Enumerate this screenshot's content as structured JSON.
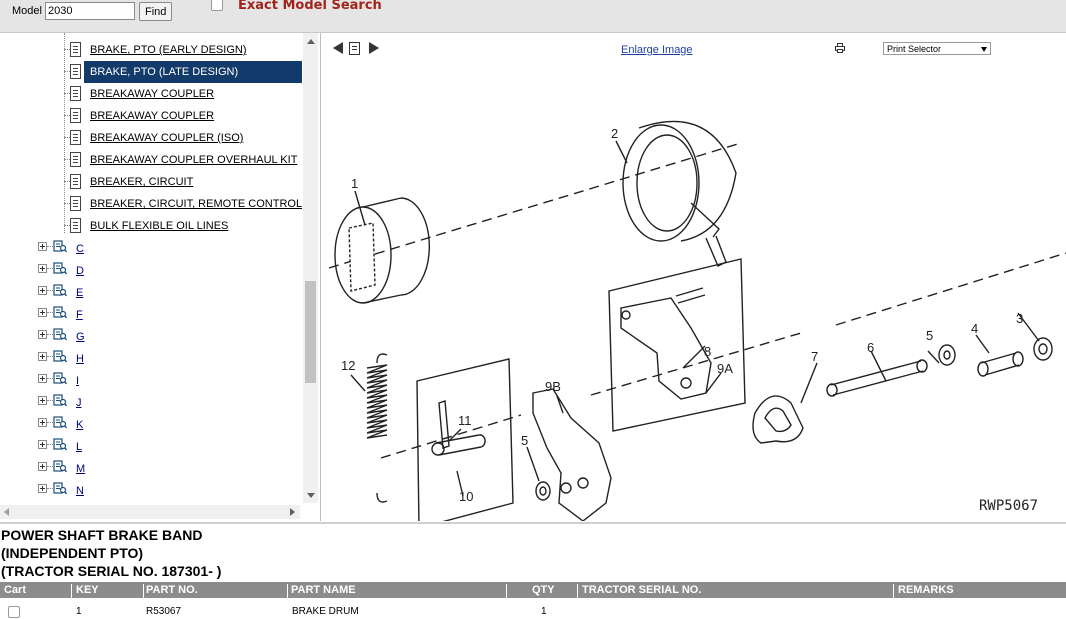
{
  "topbar": {
    "model_label": "Model",
    "model_value": "2030",
    "find_label": "Find",
    "exact_search_label": "Exact Model Search"
  },
  "tree": {
    "items": [
      {
        "label": "BRAKE, PTO (EARLY DESIGN)",
        "selected": false
      },
      {
        "label": "BRAKE, PTO (LATE DESIGN)",
        "selected": true
      },
      {
        "label": "BREAKAWAY COUPLER",
        "selected": false
      },
      {
        "label": "BREAKAWAY COUPLER",
        "selected": false
      },
      {
        "label": "BREAKAWAY COUPLER (ISO)",
        "selected": false
      },
      {
        "label": "BREAKAWAY COUPLER OVERHAUL KIT",
        "selected": false
      },
      {
        "label": "BREAKER, CIRCUIT",
        "selected": false
      },
      {
        "label": "BREAKER, CIRCUIT, REMOTE CONTROL",
        "selected": false
      },
      {
        "label": "BULK FLEXIBLE OIL LINES",
        "selected": false
      }
    ],
    "categories": [
      "C",
      "D",
      "E",
      "F",
      "G",
      "H",
      "I",
      "J",
      "K",
      "L",
      "M",
      "N"
    ]
  },
  "image_toolbar": {
    "enlarge_label": "Enlarge Image",
    "print_selector_label": "Print Selector"
  },
  "diagram": {
    "callouts": [
      "1",
      "2",
      "3",
      "4",
      "5",
      "5",
      "6",
      "7",
      "8",
      "9A",
      "9B",
      "10",
      "11",
      "12"
    ],
    "figure_code": "RWP5067"
  },
  "parts": {
    "title_lines": [
      "POWER SHAFT BRAKE BAND",
      "(INDEPENDENT PTO)",
      "(TRACTOR SERIAL NO. 187301- )"
    ],
    "columns": [
      "Cart",
      "KEY",
      "PART NO.",
      "PART NAME",
      "QTY",
      "TRACTOR SERIAL NO.",
      "REMARKS"
    ],
    "rows": [
      {
        "key": "1",
        "part_no": "R53067",
        "part_name": "BRAKE DRUM",
        "qty": "1",
        "serial": "",
        "remarks": ""
      }
    ]
  },
  "colors": {
    "selected_bg": "#123a6b",
    "header_bg": "#8c8c8c",
    "exact_label": "#a0241c",
    "link": "#1f3fa0"
  }
}
